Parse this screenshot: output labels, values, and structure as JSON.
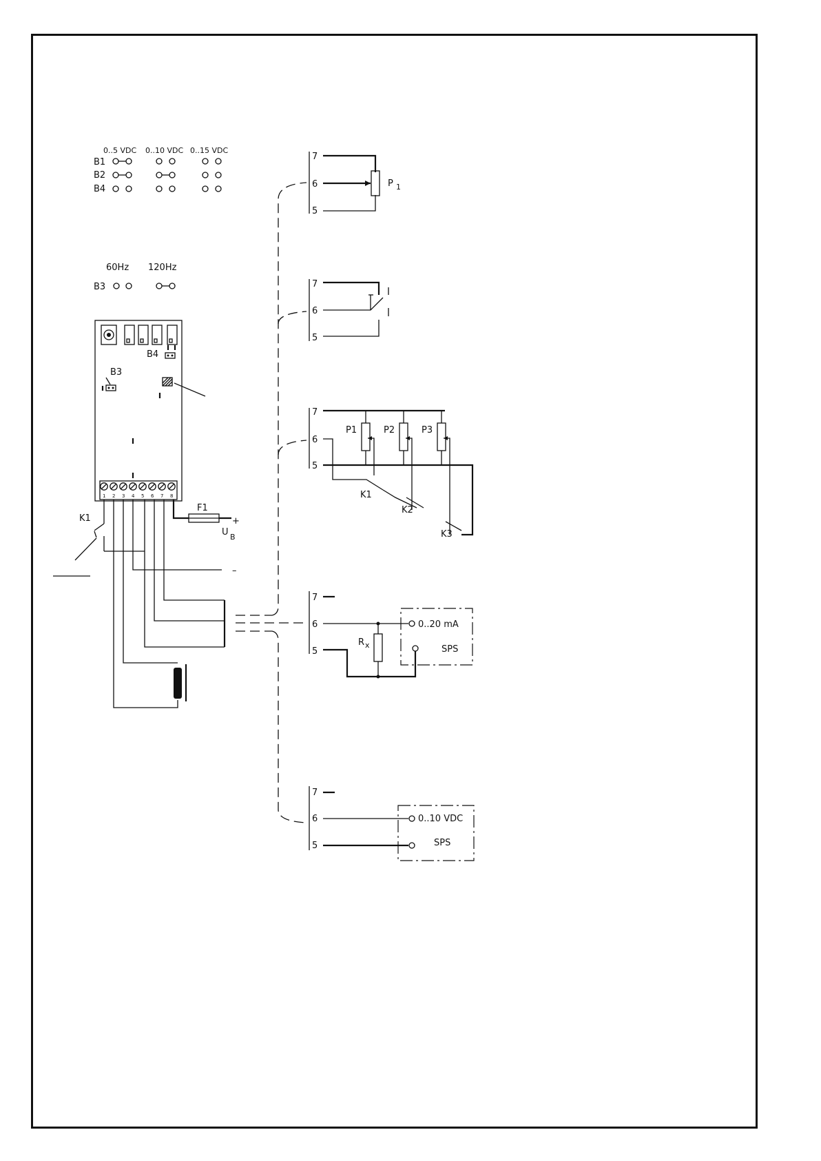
{
  "jumpers": {
    "ranges": [
      "0..5  VDC",
      "0..10  VDC",
      "0..15  VDC"
    ],
    "rows": [
      "B1",
      "B2",
      "B4"
    ],
    "freq_labels": [
      "60Hz",
      "120Hz"
    ],
    "freq_row": "B3"
  },
  "module": {
    "b4_label": "B4",
    "b3_label": "B3",
    "terminals": [
      "1",
      "2",
      "3",
      "4",
      "5",
      "6",
      "7",
      "8"
    ]
  },
  "supply": {
    "fuse": "F1",
    "plus": "+",
    "ub_main": "U",
    "ub_sub": "B",
    "minus": "–",
    "relay": "K1"
  },
  "pins": {
    "p7": "7",
    "p6": "6",
    "p5": "5"
  },
  "circuit1": {
    "pot": "P",
    "pot_sub": "1"
  },
  "circuit3": {
    "pots": [
      "P1",
      "P2",
      "P3"
    ],
    "relays": [
      "K1",
      "K2",
      "K3"
    ]
  },
  "circuit4": {
    "resistor": "R",
    "resistor_sub": "x",
    "signal": "0..20  mA",
    "plc": "SPS"
  },
  "circuit5": {
    "signal": "0..10  VDC",
    "plc": "SPS"
  }
}
